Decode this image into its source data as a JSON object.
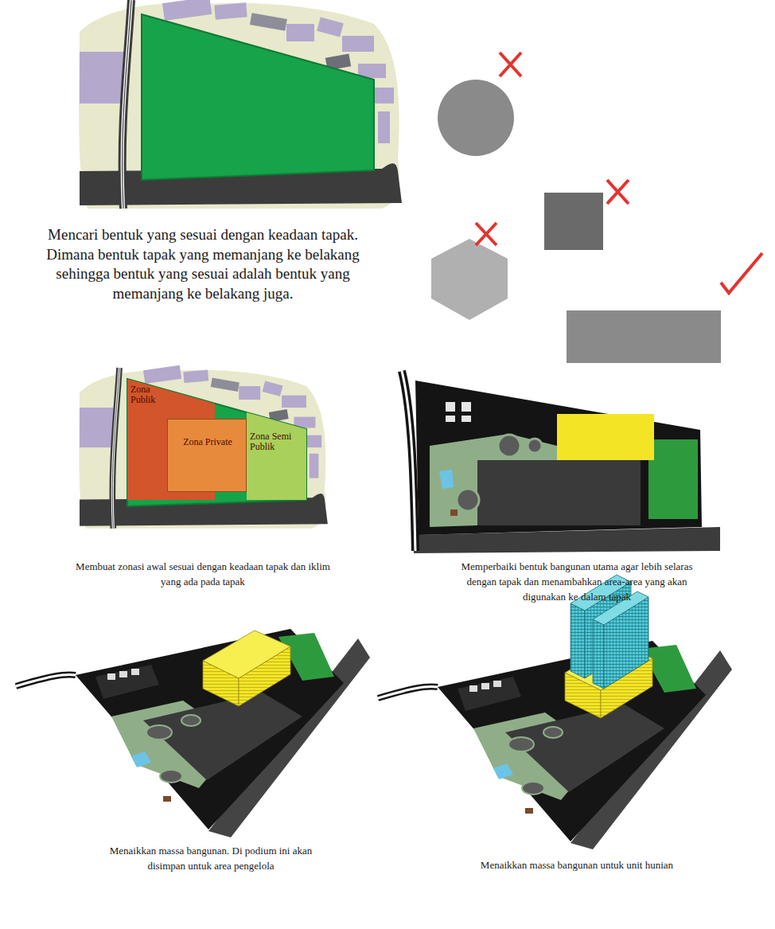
{
  "diagram": {
    "nodes": [
      {
        "text": [
          "Zona Publik"
        ]
      },
      {
        "text": [
          "Zona Private"
        ]
      },
      {
        "text": [
          "Zona Semi Publik"
        ]
      }
    ],
    "labels": [
      "Mencari bentuk yang sesuai dengan keadaan tapak. Dimana bentuk tapak yang memanjang ke belakang sehingga bentuk yang sesuai adalah bentuk yang memanjang ke belakang juga.",
      "Membuat zonasi awal sesuai dengan keadaan tapak dan iklim yang ada pada tapak",
      "Memperbaiki bentuk bangunan utama agar lebih selaras dengan tapak dan menambahkan area-area yang akan digunakan ke dalam tapak",
      "Menaikkan massa bangunan. Di podium ini akan disimpan untuk area pengelola",
      "Menaikkan massa bangunan untuk unit hunian"
    ]
  }
}
